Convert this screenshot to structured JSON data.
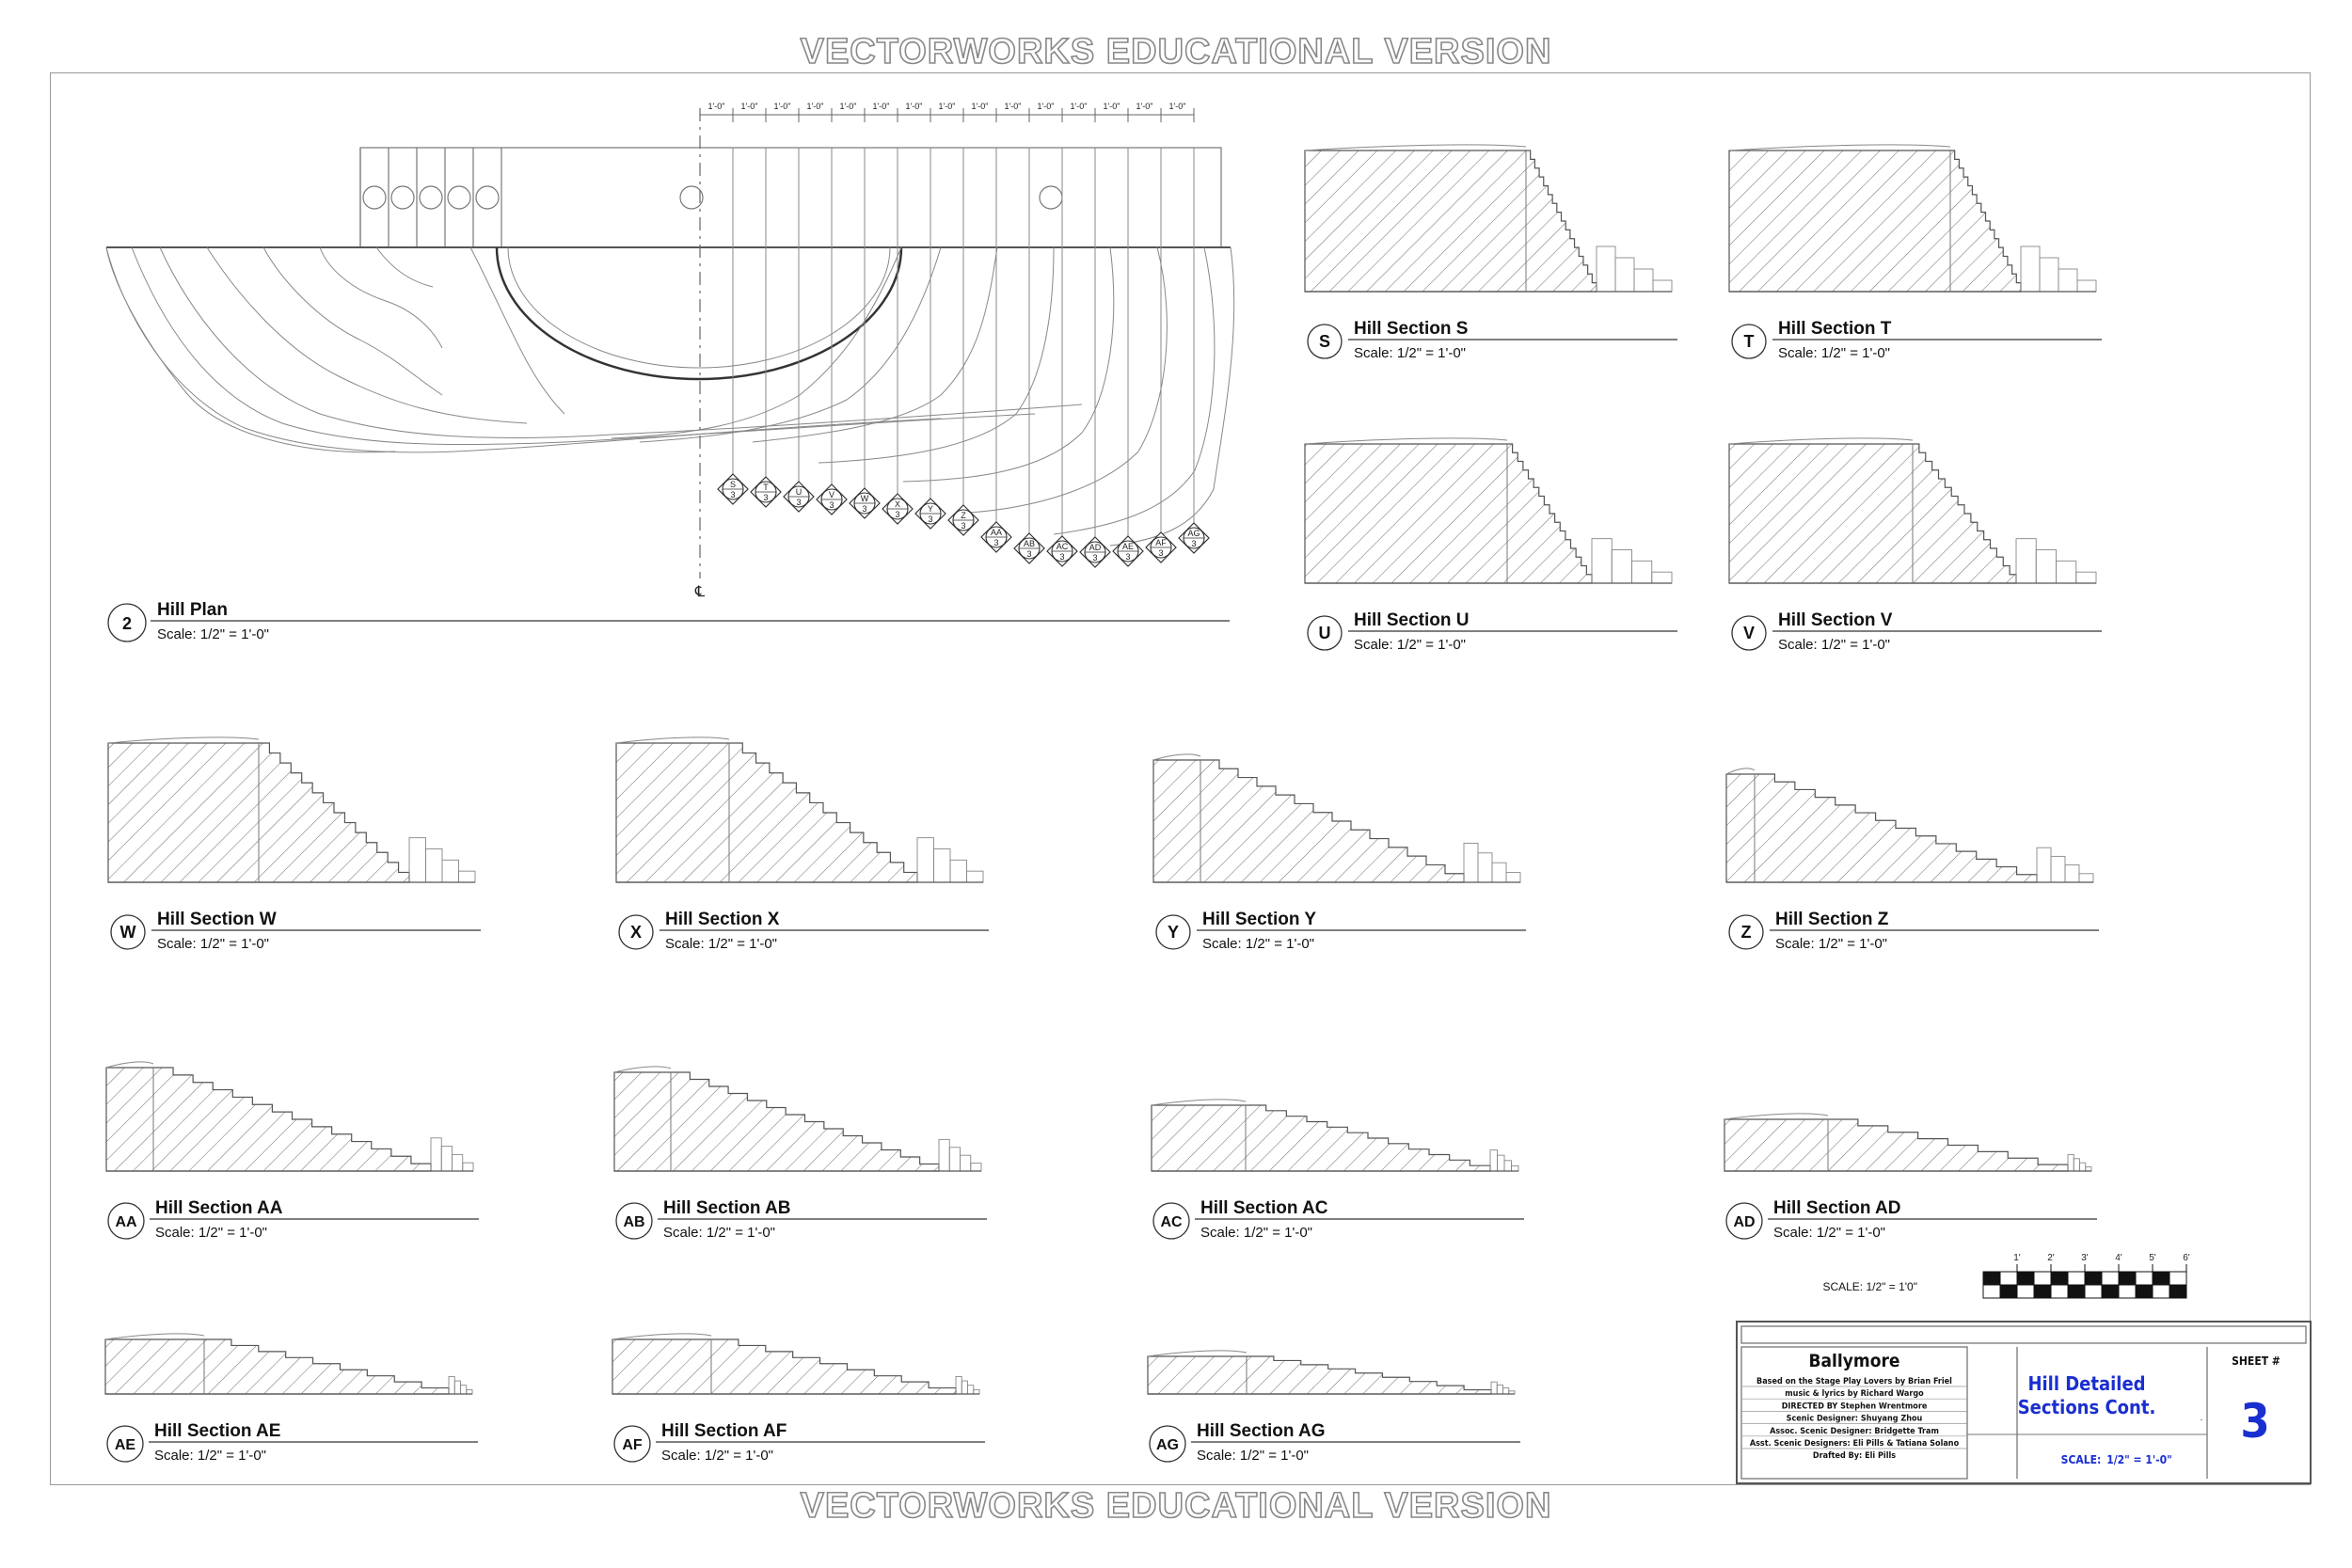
{
  "watermark": "VECTORWORKS EDUCATIONAL VERSION",
  "plan": {
    "number": "2",
    "title": "Hill Plan",
    "scale": "Scale: 1/2\" = 1'-0\"",
    "dimension": "1'-0\"",
    "centerline": "℄",
    "markers": [
      {
        "top": "S",
        "bottom": "3"
      },
      {
        "top": "T",
        "bottom": "3"
      },
      {
        "top": "U",
        "bottom": "3"
      },
      {
        "top": "V",
        "bottom": "3"
      },
      {
        "top": "W",
        "bottom": "3"
      },
      {
        "top": "X",
        "bottom": "3"
      },
      {
        "top": "Y",
        "bottom": "3"
      },
      {
        "top": "Z",
        "bottom": "3"
      },
      {
        "top": "AA",
        "bottom": "3"
      },
      {
        "top": "AB",
        "bottom": "3"
      },
      {
        "top": "AC",
        "bottom": "3"
      },
      {
        "top": "AD",
        "bottom": "3"
      },
      {
        "top": "AE",
        "bottom": "3"
      },
      {
        "top": "AF",
        "bottom": "3"
      },
      {
        "top": "AG",
        "bottom": "3"
      }
    ]
  },
  "sections": [
    {
      "id": "S",
      "title": "Hill Section S",
      "scale": "Scale: 1/2\" = 1'-0\""
    },
    {
      "id": "T",
      "title": "Hill Section T",
      "scale": "Scale: 1/2\" = 1'-0\""
    },
    {
      "id": "U",
      "title": "Hill Section U",
      "scale": "Scale: 1/2\" = 1'-0\""
    },
    {
      "id": "V",
      "title": "Hill Section V",
      "scale": "Scale: 1/2\" = 1'-0\""
    },
    {
      "id": "W",
      "title": "Hill Section W",
      "scale": "Scale: 1/2\" = 1'-0\""
    },
    {
      "id": "X",
      "title": "Hill Section X",
      "scale": "Scale: 1/2\" = 1'-0\""
    },
    {
      "id": "Y",
      "title": "Hill Section Y",
      "scale": "Scale: 1/2\" = 1'-0\""
    },
    {
      "id": "Z",
      "title": "Hill Section Z",
      "scale": "Scale: 1/2\" = 1'-0\""
    },
    {
      "id": "AA",
      "title": "Hill Section AA",
      "scale": "Scale: 1/2\" = 1'-0\""
    },
    {
      "id": "AB",
      "title": "Hill Section AB",
      "scale": "Scale: 1/2\" = 1'-0\""
    },
    {
      "id": "AC",
      "title": "Hill Section AC",
      "scale": "Scale: 1/2\" = 1'-0\""
    },
    {
      "id": "AD",
      "title": "Hill Section AD",
      "scale": "Scale: 1/2\" = 1'-0\""
    },
    {
      "id": "AE",
      "title": "Hill Section AE",
      "scale": "Scale: 1/2\" = 1'-0\""
    },
    {
      "id": "AF",
      "title": "Hill Section AF",
      "scale": "Scale: 1/2\" = 1'-0\""
    },
    {
      "id": "AG",
      "title": "Hill Section AG",
      "scale": "Scale: 1/2\" = 1'-0\""
    }
  ],
  "scale_bar": {
    "label": "SCALE: 1/2\" = 1'0\"",
    "ticks": [
      "1'",
      "2'",
      "3'",
      "4'",
      "5'",
      "6'"
    ]
  },
  "title_block": {
    "show": "Ballymore",
    "credits": [
      "Based on the Stage Play Lovers by Brian Friel",
      "music & lyrics by Richard Wargo",
      "DIRECTED BY Stephen Wrentmore",
      "Scenic Designer: Shuyang Zhou",
      "Assoc. Scenic Designer: Bridgette Tram",
      "Asst. Scenic Designers: Eli Pills & Tatiana Solano",
      "Drafted By: Eli Pills"
    ],
    "sheet_title_line1": "Hill Detailed",
    "sheet_title_line2": "Sections Cont.",
    "scale_label": "SCALE:",
    "scale_value": "1/2\" = 1'-0\"",
    "sheet_label": "SHEET #",
    "sheet_number": "3",
    "accent_color": "#1a2fd0"
  }
}
